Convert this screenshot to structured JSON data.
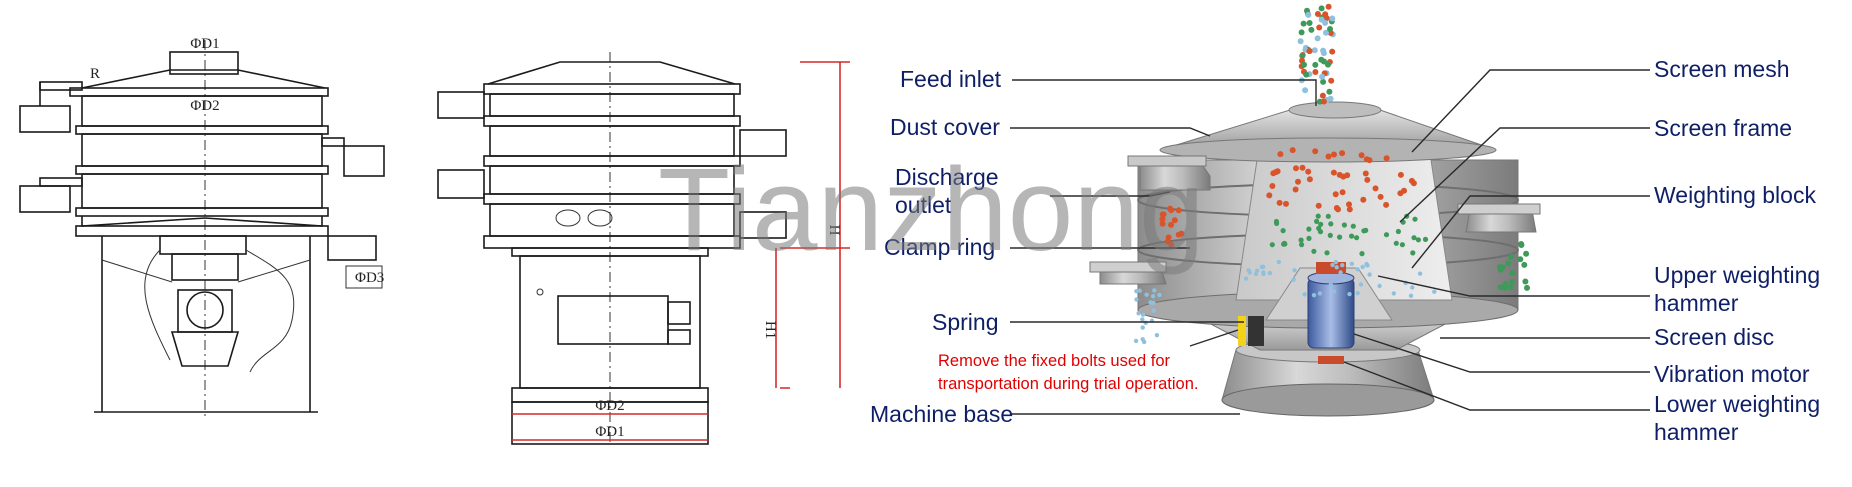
{
  "front_view": {
    "dims": {
      "d1": "ΦD1",
      "d2": "ΦD2",
      "d3": "ΦD3",
      "r": "R"
    }
  },
  "side_view": {
    "dims": {
      "d1": "ΦD1",
      "d2": "ΦD2",
      "h": "H",
      "h1": "H1"
    }
  },
  "watermark": "Tianzhong",
  "labels_left": {
    "feed_inlet": "Feed inlet",
    "dust_cover": "Dust cover",
    "discharge_outlet_1": "Discharge",
    "discharge_outlet_2": "outlet",
    "clamp_ring": "Clamp ring",
    "spring": "Spring",
    "machine_base": "Machine base"
  },
  "labels_right": {
    "screen_mesh": "Screen mesh",
    "screen_frame": "Screen frame",
    "weighting_block": "Weighting block",
    "upper_hammer_1": "Upper weighting",
    "upper_hammer_2": "hammer",
    "screen_disc": "Screen disc",
    "vibration_motor": "Vibration motor",
    "lower_hammer_1": "Lower weighting",
    "lower_hammer_2": "hammer"
  },
  "note": {
    "line1": "Remove the fixed bolts used for",
    "line2": "transportation during trial operation."
  },
  "colors": {
    "label_text": "#0f1f66",
    "note_text": "#e00000",
    "dimension_line": "#d42a2a",
    "particles_red": "#d9542b",
    "particles_green": "#3f9a5a",
    "particles_blue": "#8fc0dd"
  }
}
